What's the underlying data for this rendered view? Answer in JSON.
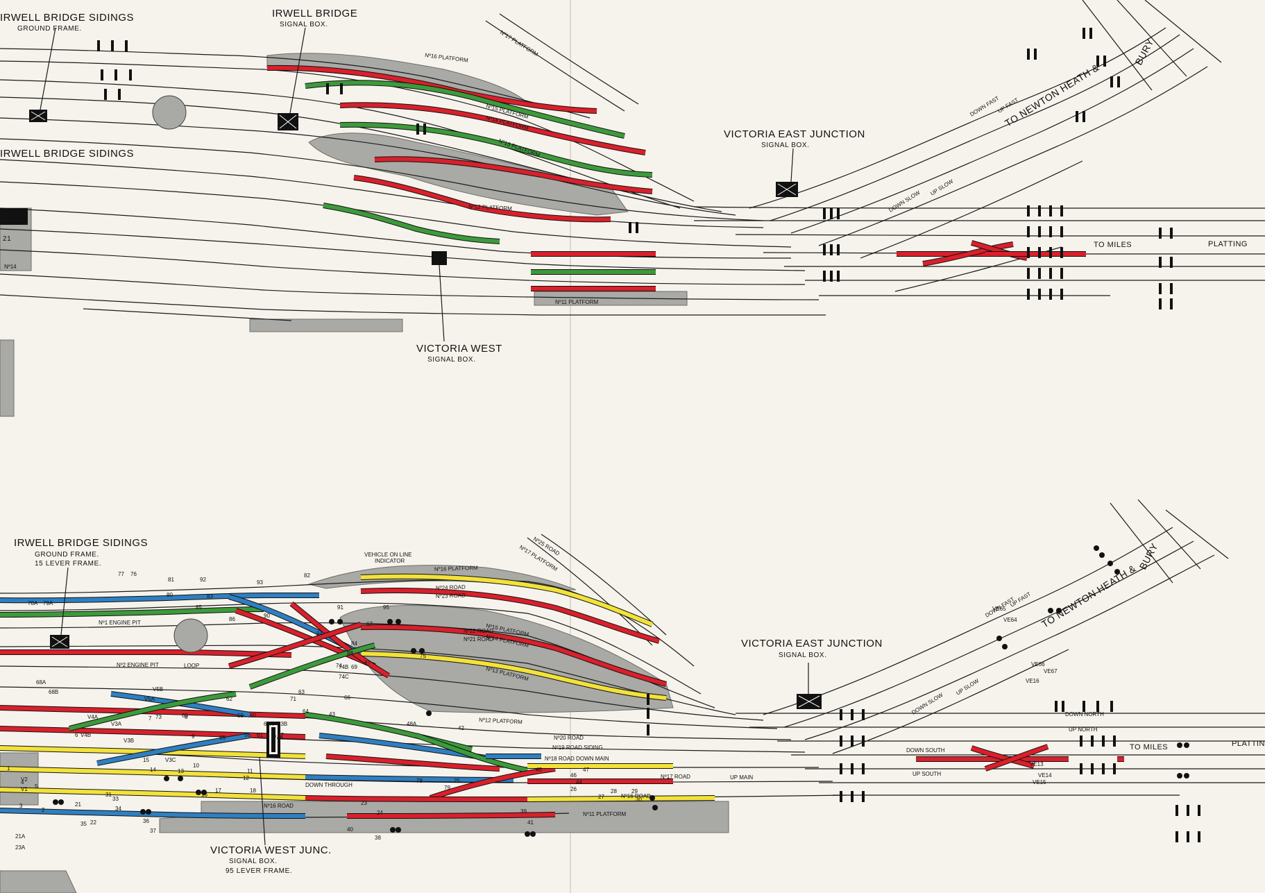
{
  "top_panel": {
    "labels": {
      "irwell_sidings": [
        "IRWELL BRIDGE SIDINGS",
        "GROUND FRAME."
      ],
      "irwell_box": [
        "IRWELL BRIDGE",
        "SIGNAL BOX."
      ],
      "victoria_east": [
        "VICTORIA EAST JUNCTION",
        "SIGNAL BOX."
      ],
      "victoria_west": [
        "VICTORIA WEST",
        "SIGNAL BOX."
      ],
      "to_miles": "TO MILES",
      "platting": "PLATTING",
      "newton_heath": "TO NEWTON HEATH &",
      "bury": "BURY",
      "down_fast": "DOWN FAST",
      "up_fast": "UP FAST",
      "down_slow": "DOWN SLOW",
      "up_slow": "UP SLOW",
      "fragment_21": "21",
      "fragment_n14": "Nº14"
    },
    "platforms": [
      "Nº17 PLATFORM",
      "Nº16 PLATFORM",
      "Nº15 PLATFORM",
      "Nº14 PLATFORM",
      "Nº13 PLATFORM",
      "Nº12 PLATFORM",
      "Nº11 PLATFORM"
    ]
  },
  "bottom_panel": {
    "labels": {
      "irwell_sidings": [
        "IRWELL BRIDGE SIDINGS",
        "GROUND FRAME.",
        "15 LEVER FRAME."
      ],
      "victoria_east": [
        "VICTORIA EAST JUNCTION",
        "SIGNAL BOX."
      ],
      "victoria_west": [
        "VICTORIA WEST JUNC.",
        "SIGNAL BOX.",
        "95 LEVER FRAME."
      ],
      "vehicle_indicator": [
        "VEHICLE ON LINE",
        "INDICATOR"
      ],
      "to_miles": "TO MILES",
      "platting": "PLATTING",
      "newton_heath": "TO NEWTON HEATH &",
      "bury": "BURY",
      "down_fast": "DOWN FAST",
      "up_fast": "UP FAST",
      "down_slow": "DOWN SLOW",
      "up_slow": "UP SLOW",
      "down_north": "DOWN NORTH",
      "up_north": "UP NORTH",
      "down_south": "DOWN SOUTH",
      "up_south": "UP SOUTH",
      "down_through": "DOWN THROUGH",
      "up_main": "UP MAIN",
      "engine_pit_1": "Nº1 ENGINE PIT",
      "engine_pit_2": "Nº2 ENGINE PIT",
      "loop": "LOOP"
    },
    "platforms_and_roads": [
      "Nº25 ROAD",
      "Nº17 PLATFORM",
      "Nº16 PLATFORM",
      "Nº24 ROAD",
      "Nº23 ROAD",
      "Nº15 PLATFORM",
      "Nº14 PLATFORM",
      "Nº22 ROAD",
      "Nº21 ROAD",
      "Nº13 PLATFORM",
      "Nº12 PLATFORM",
      "Nº20 ROAD",
      "Nº19 ROAD SIDING",
      "Nº18 ROAD DOWN MAIN",
      "Nº17 ROAD",
      "Nº16 ROAD",
      "Nº16 ROAD",
      "Nº11 PLATFORM"
    ],
    "lever_numbers": [
      "77",
      "76",
      "81",
      "92",
      "93",
      "82",
      "80",
      "83",
      "85",
      "86",
      "90",
      "91",
      "95",
      "94",
      "67",
      "84",
      "88",
      "87",
      "66",
      "65",
      "64",
      "71",
      "62",
      "59",
      "60",
      "73",
      "75",
      "74",
      "69",
      "63",
      "61",
      "57",
      "55",
      "56",
      "78",
      "79",
      "44",
      "47",
      "46",
      "45",
      "43",
      "42",
      "40",
      "41",
      "39",
      "38",
      "37",
      "36",
      "35",
      "34",
      "33",
      "31",
      "30",
      "29",
      "28",
      "27",
      "26",
      "25",
      "24",
      "23",
      "22",
      "21",
      "18",
      "17",
      "16",
      "15",
      "14",
      "13",
      "12",
      "11",
      "10",
      "9",
      "8",
      "7",
      "6",
      "5",
      "4",
      "3",
      "2",
      "1"
    ],
    "signal_codes": [
      "78A",
      "79A",
      "V4A",
      "V4B",
      "V3A",
      "V3B",
      "V3C",
      "V5A",
      "V5B",
      "V1",
      "V2",
      "VE65",
      "VE64",
      "VE66",
      "VE67",
      "VE13",
      "VE14",
      "VE15",
      "VE16",
      "63A",
      "63B",
      "48A",
      "74A",
      "74B",
      "74C",
      "68A",
      "68B",
      "21A",
      "23A"
    ]
  },
  "colors": {
    "red": "#d9202b",
    "green": "#3d9a3c",
    "blue": "#2f7fc1",
    "yellow": "#f2e23a",
    "paper": "#f6f3ec",
    "platform_grey": "#a9a9a6"
  }
}
